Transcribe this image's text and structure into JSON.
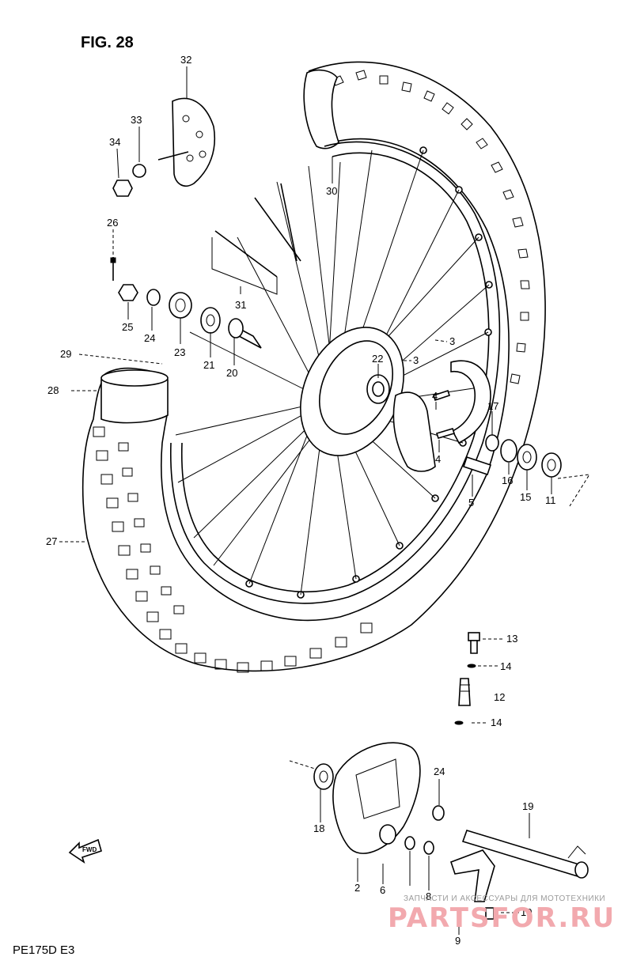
{
  "figure": {
    "title": "FIG. 28",
    "model": "PE175D  E3"
  },
  "fwd_marker": "FWD",
  "parts": [
    {
      "id": "p32",
      "label": "32"
    },
    {
      "id": "p33",
      "label": "33"
    },
    {
      "id": "p34",
      "label": "34"
    },
    {
      "id": "p26",
      "label": "26"
    },
    {
      "id": "p25",
      "label": "25"
    },
    {
      "id": "p24",
      "label": "24"
    },
    {
      "id": "p23",
      "label": "23"
    },
    {
      "id": "p21",
      "label": "21"
    },
    {
      "id": "p20",
      "label": "20"
    },
    {
      "id": "p31",
      "label": "31"
    },
    {
      "id": "p30",
      "label": "30"
    },
    {
      "id": "p29",
      "label": "29"
    },
    {
      "id": "p28",
      "label": "28"
    },
    {
      "id": "p27",
      "label": "27"
    },
    {
      "id": "p22",
      "label": "22"
    },
    {
      "id": "p3a",
      "label": "3"
    },
    {
      "id": "p3b",
      "label": "3"
    },
    {
      "id": "p4a",
      "label": "4"
    },
    {
      "id": "p4b",
      "label": "4"
    },
    {
      "id": "p17",
      "label": "17"
    },
    {
      "id": "p16",
      "label": "16"
    },
    {
      "id": "p15",
      "label": "15"
    },
    {
      "id": "p11",
      "label": "11"
    },
    {
      "id": "p5",
      "label": "5"
    },
    {
      "id": "p13",
      "label": "13"
    },
    {
      "id": "p14a",
      "label": "14"
    },
    {
      "id": "p12",
      "label": "12"
    },
    {
      "id": "p14b",
      "label": "14"
    },
    {
      "id": "p24b",
      "label": "24"
    },
    {
      "id": "p19",
      "label": "19"
    },
    {
      "id": "p18",
      "label": "18"
    },
    {
      "id": "p2",
      "label": "2"
    },
    {
      "id": "p6",
      "label": "6"
    },
    {
      "id": "p8",
      "label": "8"
    },
    {
      "id": "p10",
      "label": "10"
    },
    {
      "id": "p9",
      "label": "9"
    }
  ],
  "watermark": {
    "caption": "ЗАПЧАСТИ И АКСЕССУАРЫ ДЛЯ МОТОТЕХНИКИ",
    "brand": "PARTSFOR.RU"
  }
}
